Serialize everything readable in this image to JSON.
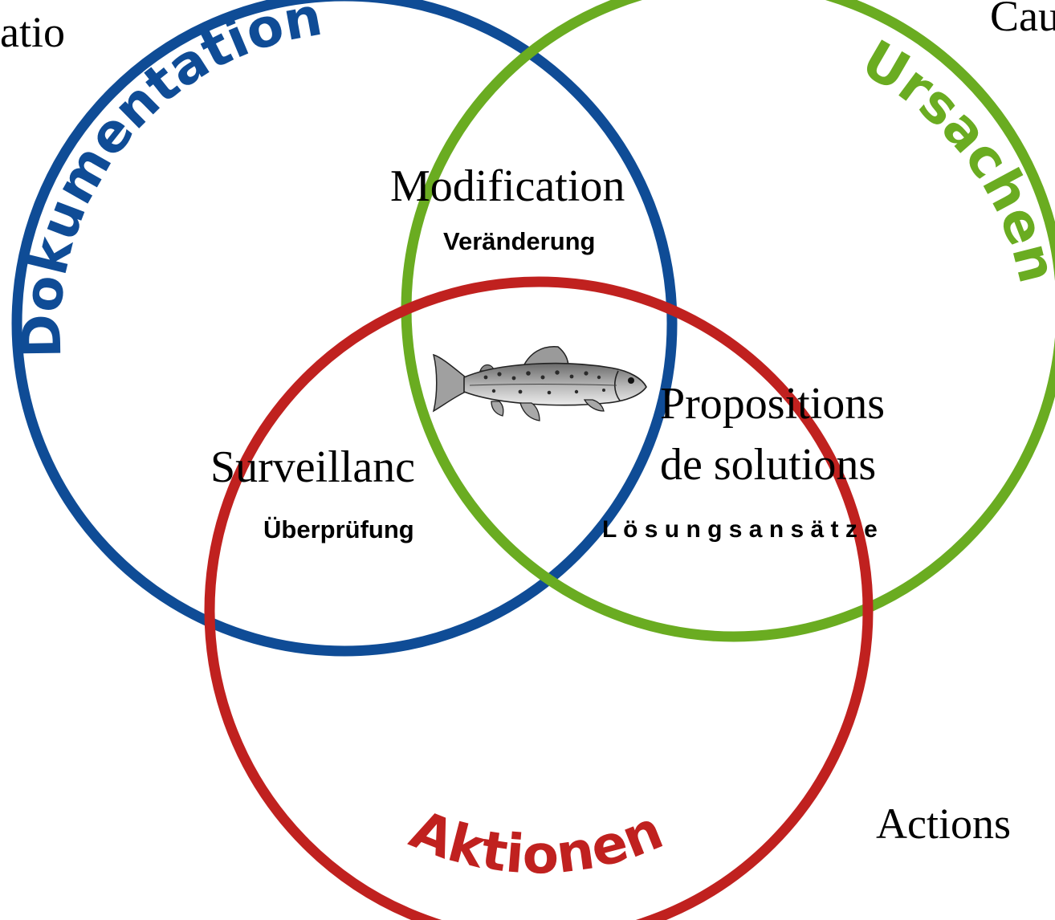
{
  "circles": [
    {
      "id": "documentation",
      "label": "Dokumentation",
      "color": "#0f4c96"
    },
    {
      "id": "causes",
      "label": "Ursachen",
      "color": "#6aac21"
    },
    {
      "id": "actions",
      "label": "Aktionen",
      "color": "#c0211f"
    }
  ],
  "corner_labels": {
    "top_left": "atio",
    "top_right": "Cau",
    "bottom_right": "Actions"
  },
  "overlaps": {
    "doc_causes": {
      "fr": "Modification",
      "de": "Veränderung"
    },
    "doc_actions": {
      "fr": "Surveillanc",
      "de": "Überprüfung"
    },
    "causes_actions": {
      "fr_line1": "Propositions",
      "fr_line2": "de solutions",
      "de": "L ö s u n g s a n s ä t z e"
    }
  },
  "center_image": {
    "icon": "trout-fish-icon"
  }
}
